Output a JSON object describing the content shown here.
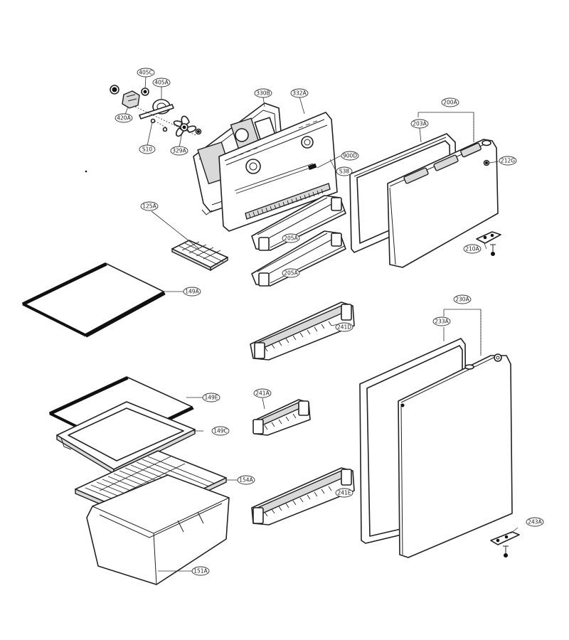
{
  "callouts": {
    "c405C": "405C",
    "c405A": "405A",
    "c420A": "420A",
    "cS10": "S10",
    "c329A": "329A",
    "c330B": "330B",
    "c332A": "332A",
    "c900D": "900D",
    "cS38": "S38",
    "c200A": "200A",
    "c203A": "203A",
    "c212G": "212G",
    "c125A": "125A",
    "c205A_1": "205A",
    "c205A_2": "205A",
    "c210A": "210A",
    "c149A": "149A",
    "c241D": "241D",
    "c230A": "230A",
    "c233A": "233A",
    "c149E": "149E",
    "c241A": "241A",
    "c149C": "149C",
    "c154A": "154A",
    "c241E": "241E",
    "c243A": "243A",
    "c151A": "151A"
  }
}
